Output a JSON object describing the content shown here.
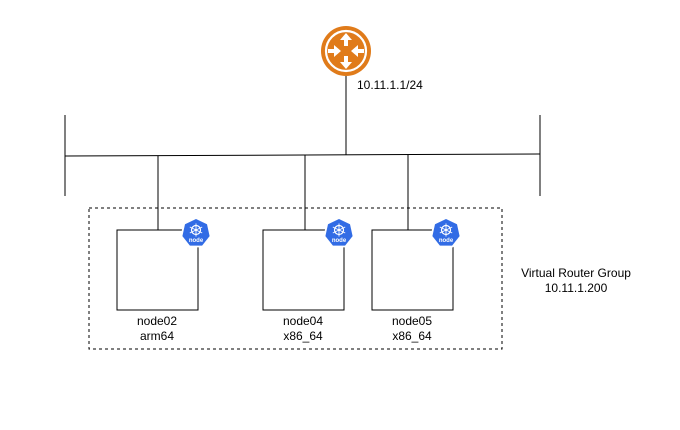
{
  "router": {
    "icon": "router-icon",
    "color": "#e07b1a",
    "subnet": "10.11.1.1/24"
  },
  "group": {
    "title": "Virtual Router Group",
    "vip": "10.11.1.200"
  },
  "nodes": [
    {
      "name": "node02",
      "arch": "arm64",
      "badge_icon": "kubernetes-node-icon",
      "badge_text": "node"
    },
    {
      "name": "node04",
      "arch": "x86_64",
      "badge_icon": "kubernetes-node-icon",
      "badge_text": "node"
    },
    {
      "name": "node05",
      "arch": "x86_64",
      "badge_icon": "kubernetes-node-icon",
      "badge_text": "node"
    }
  ],
  "colors": {
    "kubernetes_blue": "#326ce5",
    "router_orange": "#e07b1a"
  }
}
